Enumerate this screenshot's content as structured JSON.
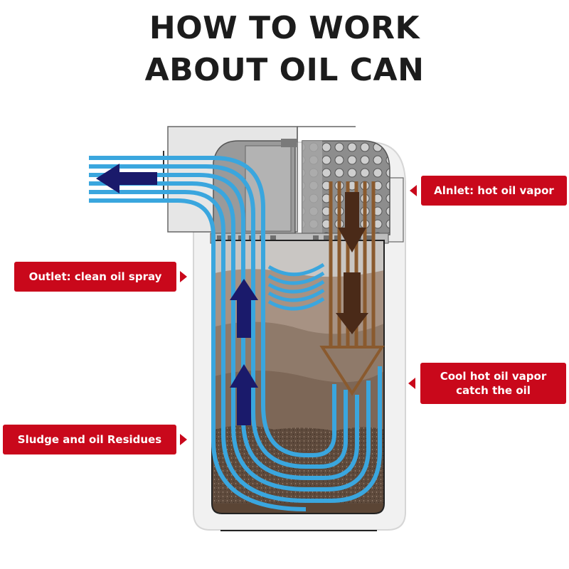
{
  "title": {
    "line1": "HOW TO WORK",
    "line2": "ABOUT OIL CAN"
  },
  "callouts": {
    "inlet": "Alnlet: hot oil vapor",
    "outlet": "Outlet: clean oil spray",
    "cool_line1": "Cool hot oil vapor",
    "cool_line2": "catch the oil",
    "sludge": "Sludge and oil Residues"
  },
  "colors": {
    "callout_red": "#c9081b",
    "clean_flow_blue": "#3aa6de",
    "flow_arrow_navy": "#1a1a6b",
    "hot_vapor_brown": "#8a5a2e",
    "hot_arrow_dark_brown": "#4a2a18",
    "title_text": "#1c1c1c"
  }
}
